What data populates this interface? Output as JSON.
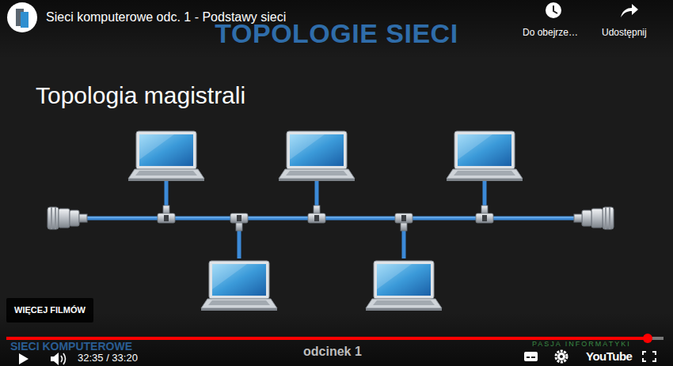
{
  "diagram": {
    "title": "TOPOLOGIE SIECI",
    "nodes": [
      {
        "text": [
          "WIĘCEJ FILMÓW"
        ]
      }
    ],
    "labels": [
      "Sieci komputerowe odc. 1 - Podstawy sieci",
      "Do obejrze…",
      "Udostępnij",
      "Topologia magistrali",
      "32:35 / 33:20",
      "SIECI KOMPUTEROWE",
      "odcinek 1",
      "PASJA INFORMATYKI",
      "YouTube"
    ]
  }
}
